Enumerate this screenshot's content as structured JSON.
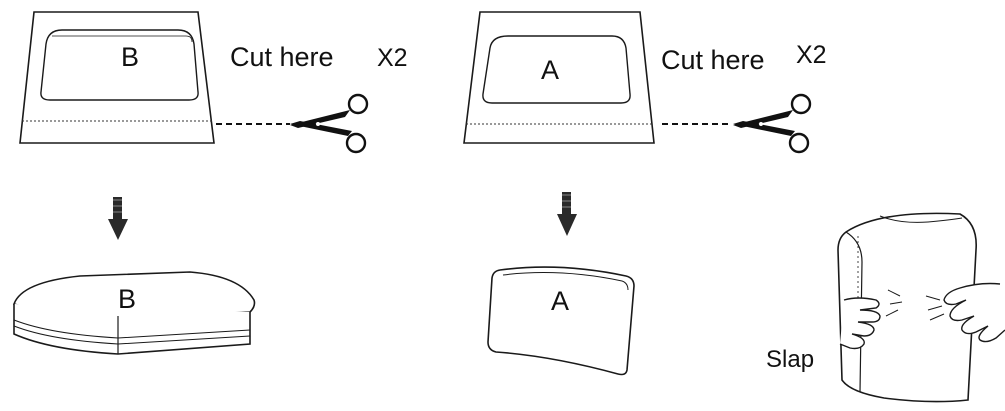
{
  "left": {
    "package_letter": "B",
    "cut_text": "Cut here",
    "multiplier": "X2",
    "result_letter": "B"
  },
  "right": {
    "package_letter": "A",
    "cut_text": "Cut here",
    "multiplier": "X2",
    "result_letter": "A"
  },
  "action_label": "Slap",
  "icons": [
    "scissors-icon",
    "down-arrow-icon",
    "hand-icon"
  ]
}
